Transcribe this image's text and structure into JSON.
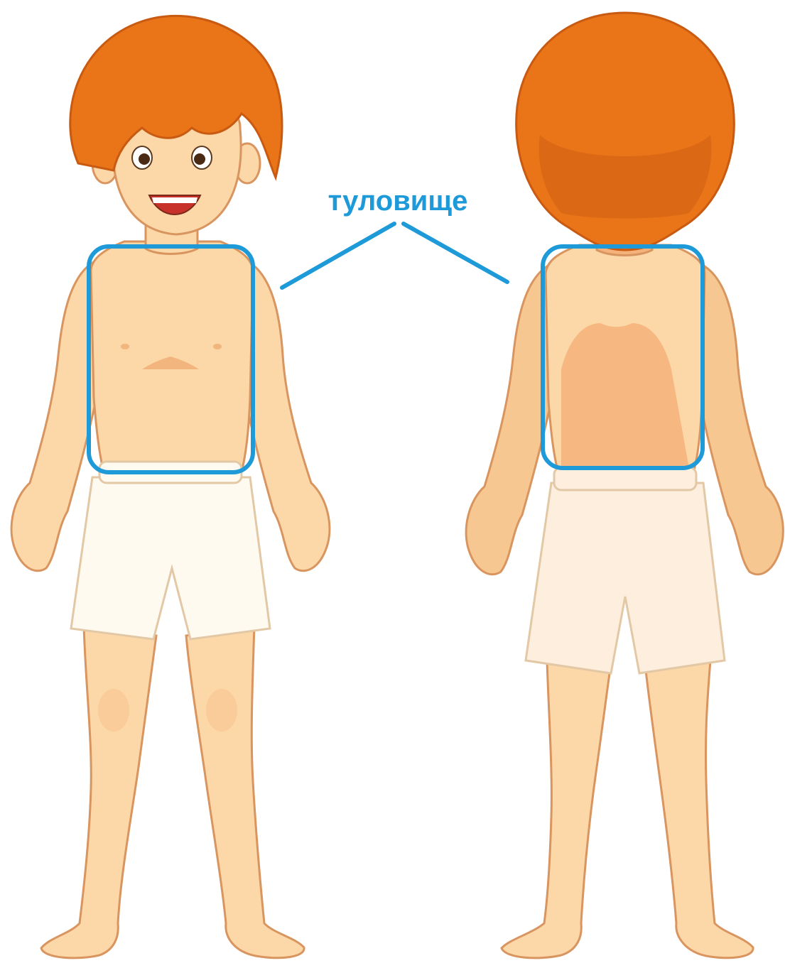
{
  "annotation": {
    "label": "туловище",
    "color": "#1e9ad9"
  },
  "figures": [
    {
      "view": "front",
      "highlighted_part": "torso"
    },
    {
      "view": "back",
      "highlighted_part": "torso"
    }
  ],
  "palette": {
    "skin": "#fcd7a8",
    "skin_shade": "#f2b57e",
    "skin_outline": "#d9955f",
    "hair": "#ea7418",
    "hair_dark": "#c85a12",
    "shorts": "#fffaf0",
    "shorts_back": "#fdeedd",
    "shorts_outline": "#e3c8a6"
  }
}
